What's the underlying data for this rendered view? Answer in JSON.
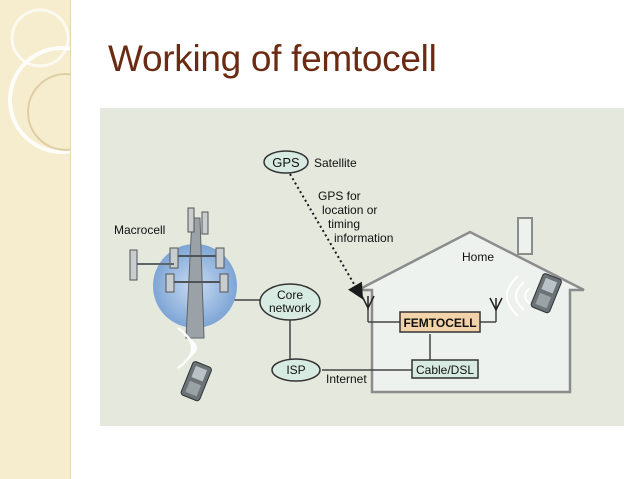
{
  "slide": {
    "title": "Working of femtocell",
    "colors": {
      "title": "#6b2a12",
      "sidebar": "#f6ecce",
      "diagram_bg": "#e5e8dd",
      "oval": "#d8ebe3",
      "house": "#eef2ee",
      "femto_box": "#f3d3aa"
    }
  },
  "diagram": {
    "gps": "GPS",
    "satellite": "Satellite",
    "gps_info": [
      "GPS for",
      "location or",
      "timing",
      "information"
    ],
    "macrocell": "Macrocell",
    "core_network": [
      "Core",
      "network"
    ],
    "isp": "ISP",
    "internet": "Internet",
    "home": "Home",
    "femtocell": "FEMTOCELL",
    "cable_dsl": "Cable/DSL",
    "icons": [
      "cell-tower-icon",
      "mobile-phone-icon",
      "antenna-icon",
      "house-icon",
      "signal-waves-icon"
    ]
  }
}
